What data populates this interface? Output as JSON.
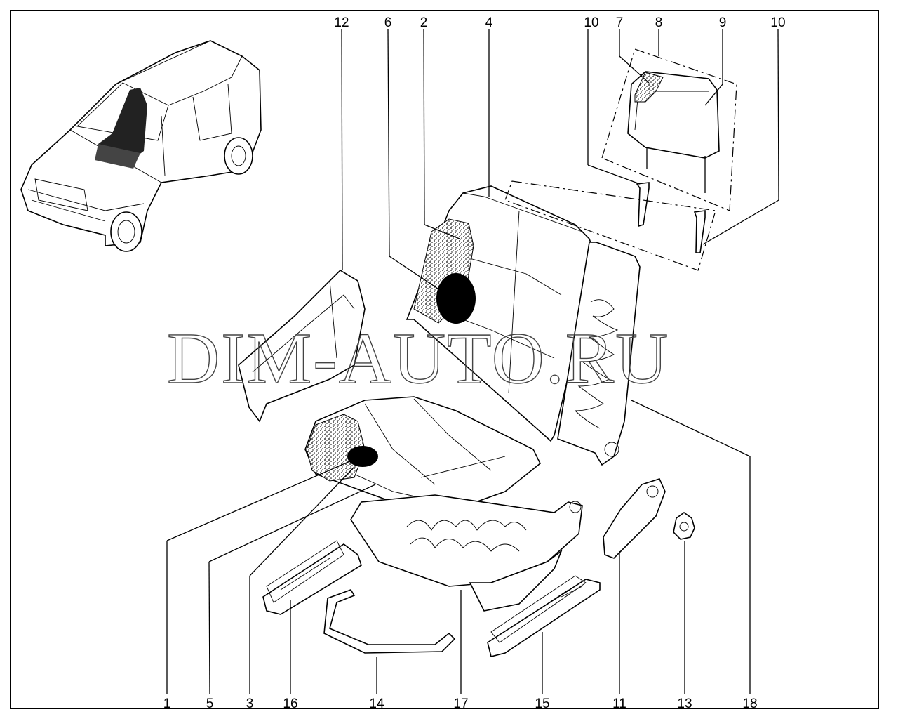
{
  "callouts_top": [
    "12",
    "6",
    "2",
    "4",
    "10",
    "7",
    "8",
    "9",
    "10"
  ],
  "callouts_bottom": [
    "1",
    "5",
    "3",
    "16",
    "14",
    "17",
    "15",
    "11",
    "13",
    "18"
  ],
  "watermark": "DIM-AUTO.RU"
}
